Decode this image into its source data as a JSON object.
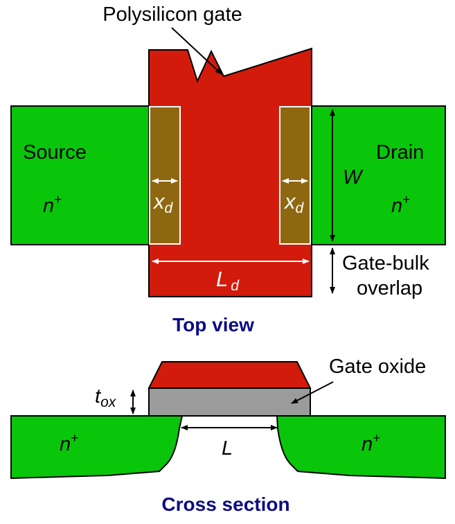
{
  "colors": {
    "gate": "#d21b0b",
    "diffusion": "#09c60a",
    "overlap": "#8e6811",
    "oxide": "#9b9b9b",
    "heading": "#0c0c84",
    "outline": "#000000",
    "overlap_outline": "#ffffff"
  },
  "top_view": {
    "title": "Top view",
    "gate_label": "Polysilicon gate",
    "source": {
      "label": "Source",
      "doping_base": "n",
      "doping_sup": "+"
    },
    "drain": {
      "label": "Drain",
      "doping_base": "n",
      "doping_sup": "+"
    },
    "overlap_left": {
      "symbol": "x",
      "subscript": "d"
    },
    "overlap_right": {
      "symbol": "x",
      "subscript": "d"
    },
    "width_label": "W",
    "drawn_length": {
      "symbol": "L",
      "subscript": "d"
    },
    "gate_bulk_overlap": [
      "Gate-bulk",
      "overlap"
    ]
  },
  "cross_section": {
    "title": "Cross section",
    "oxide_label": "Gate oxide",
    "oxide_thickness": {
      "symbol": "t",
      "subscript": "ox"
    },
    "left_region": {
      "doping_base": "n",
      "doping_sup": "+"
    },
    "right_region": {
      "doping_base": "n",
      "doping_sup": "+"
    },
    "channel_length": "L"
  }
}
